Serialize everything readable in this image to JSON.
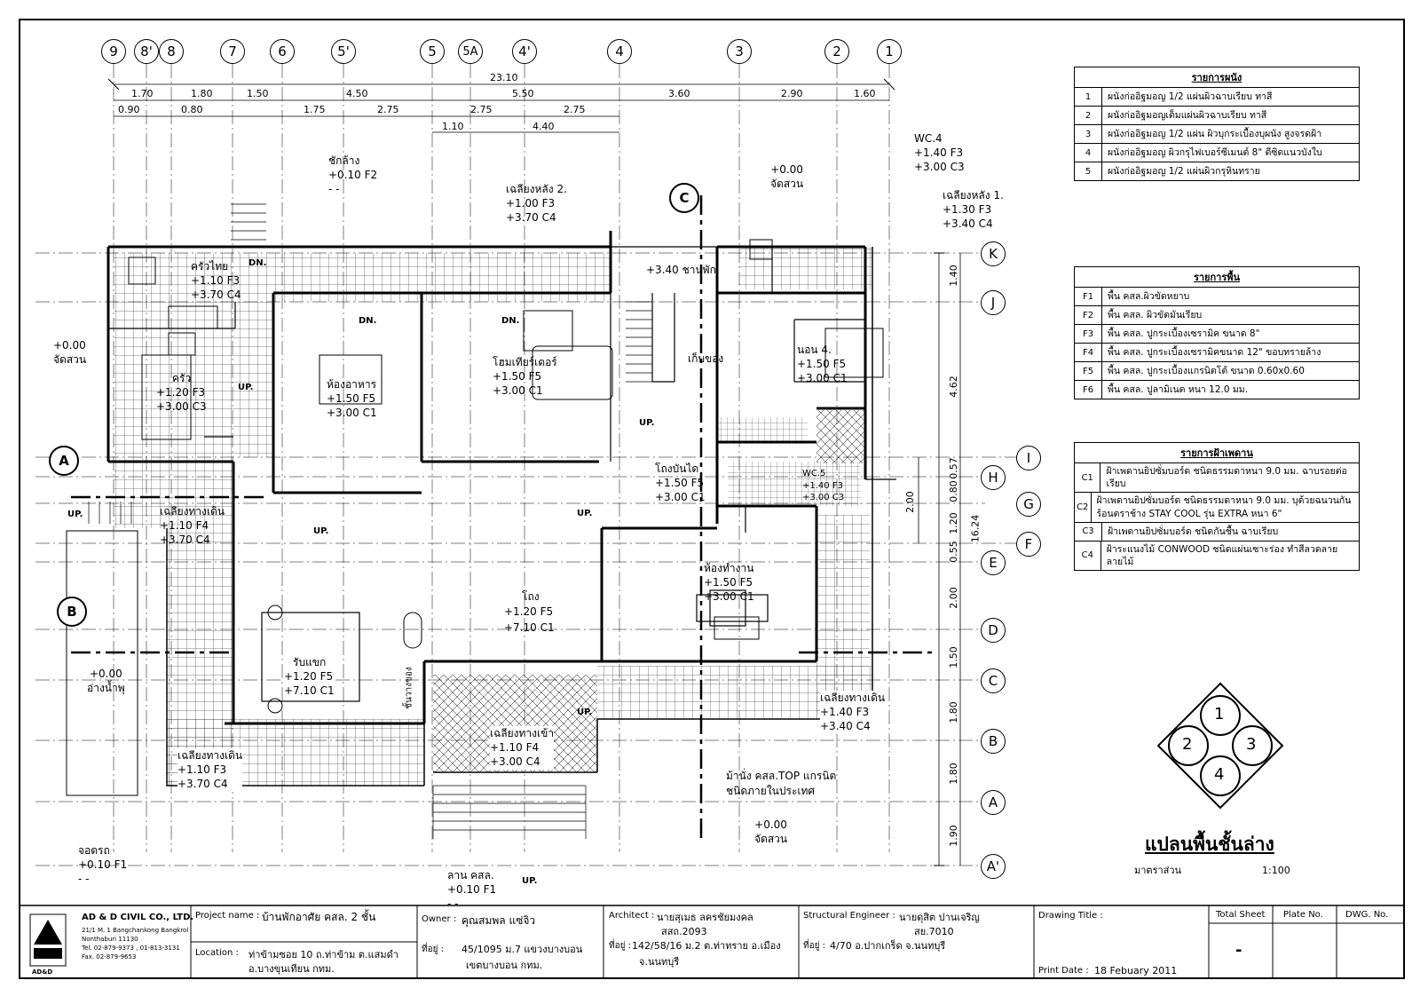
{
  "grid_top": [
    "9",
    "8'",
    "8",
    "7",
    "6",
    "5'",
    "5",
    "5A",
    "4'",
    "4",
    "3",
    "2",
    "1"
  ],
  "grid_right": [
    "K",
    "J",
    "I",
    "H",
    "G",
    "F",
    "E",
    "D",
    "C",
    "B",
    "A",
    "A'"
  ],
  "section_markers": [
    "A",
    "B",
    "C"
  ],
  "dims_top_total": "23.10",
  "dims_top_row1": [
    "1.70",
    "1.80",
    "1.50",
    "4.50",
    "5.50",
    "3.60",
    "2.90",
    "1.60"
  ],
  "dims_top_row2": [
    "0.90",
    "0.80",
    "1.75",
    "2.75",
    "2.75",
    "2.75"
  ],
  "dims_top_row3": [
    "1.10",
    "4.40"
  ],
  "dims_right_row1": [
    "1.40",
    "4.62",
    "0.57",
    "0.80",
    "1.20",
    "0.55",
    "2.00",
    "1.50",
    "1.80",
    "1.80",
    "1.90"
  ],
  "dims_right_row2": [
    "2.00",
    "16.24"
  ],
  "rooms": {
    "wash_yard": {
      "name": "ชักล้าง",
      "l1": "+0.10",
      "f": "F2",
      "l2": "-",
      "c": "-"
    },
    "thai_kitchen": {
      "name": "ครัวไทย",
      "l1": "+1.10",
      "f": "F3",
      "l2": "+3.70",
      "c": "C4"
    },
    "rear_porch2": {
      "name": "เฉลียงหลัง 2.",
      "l1": "+1.00",
      "f": "F3",
      "l2": "+3.70",
      "c": "C4"
    },
    "garden_top": {
      "l1": "+0.00",
      "name": "จัดสวน"
    },
    "wc4": {
      "name": "WC.4",
      "l1": "+1.40",
      "f": "F3",
      "l2": "+3.00",
      "c": "C3"
    },
    "rear_porch1": {
      "name": "เฉลียงหลัง 1.",
      "l1": "+1.30",
      "f": "F3",
      "l2": "+3.40",
      "c": "C4"
    },
    "landing": {
      "text": "+3.40 ชานพัก"
    },
    "garden_left": {
      "l1": "+0.00",
      "name": "จัดสวน"
    },
    "kitchen": {
      "name": "ครัว",
      "l1": "+1.20",
      "f": "F3",
      "l2": "+3.00",
      "c": "C3"
    },
    "dining": {
      "name": "ห้องอาหาร",
      "l1": "+1.50",
      "f": "F5",
      "l2": "+3.00",
      "c": "C1"
    },
    "home_theater": {
      "name": "โฮมเทียร์เตอร์",
      "l1": "+1.50",
      "f": "F5",
      "l2": "+3.00",
      "c": "C1"
    },
    "storage": {
      "name": "เก็บของ"
    },
    "bedroom4": {
      "name": "นอน 4.",
      "l1": "+1.50",
      "f": "F5",
      "l2": "+3.00",
      "c": "C1"
    },
    "stair_hall": {
      "name": "โถงบันได",
      "l1": "+1.50",
      "f": "F5",
      "l2": "+3.00",
      "c": "C1"
    },
    "wc5": {
      "name": "WC.5",
      "l1": "+1.40",
      "f": "F3",
      "l2": "+3.00",
      "c": "C3"
    },
    "side_porch_left": {
      "name": "เฉลียงทางเดิน",
      "l1": "+1.10",
      "f": "F4",
      "l2": "+3.70",
      "c": "C4"
    },
    "office": {
      "name": "ห้องทำงาน",
      "l1": "+1.50",
      "f": "F5",
      "l2": "+3.00",
      "c": "C1"
    },
    "hall": {
      "name": "โถง",
      "l1": "+1.20",
      "f": "F5",
      "l2": "+7.10",
      "c": "C1"
    },
    "living": {
      "name": "รับแขก",
      "l1": "+1.20",
      "f": "F5",
      "l2": "+7.10",
      "c": "C1"
    },
    "pool": {
      "l1": "+0.00",
      "name": "อ่างน้ำพุ"
    },
    "entry_porch": {
      "name": "เฉลียงทางเข้า",
      "l1": "+1.10",
      "f": "F4",
      "l2": "+3.00",
      "c": "C4"
    },
    "porch_right": {
      "name": "เฉลียงทางเดิน",
      "l1": "+1.40",
      "f": "F3",
      "l2": "+3.40",
      "c": "C4"
    },
    "porch_bottom_left": {
      "name": "เฉลียงทางเดิน",
      "l1": "+1.10",
      "f": "F3",
      "l2": "+3.70",
      "c": "C4"
    },
    "bench_note": {
      "l1": "ม้านั่ง คสล.TOP แกรนิต",
      "l2": "ชนิดภายในประเทศ"
    },
    "garden_bottom": {
      "l1": "+0.00",
      "name": "จัดสวน"
    },
    "parking": {
      "name": "จอดรถ",
      "l1": "+0.10",
      "f": "F1",
      "l2": "-",
      "c": "-"
    },
    "yard": {
      "name": "ลาน คสล.",
      "l1": "+0.10",
      "f": "F1",
      "l2": "-",
      "c": "-"
    },
    "shelf": {
      "name": "ชั้นวางของ"
    }
  },
  "tags": {
    "dn": "DN.",
    "up": "UP."
  },
  "legend_walls": {
    "title": "รายการผนัง",
    "items": [
      {
        "code": "1",
        "text": "ผนังก่ออิฐมอญ 1/2 แผ่นผิวฉาบเรียบ ทาสี"
      },
      {
        "code": "2",
        "text": "ผนังก่ออิฐมอญเต็มแผ่นผิวฉาบเรียบ ทาสี"
      },
      {
        "code": "3",
        "text": "ผนังก่ออิฐมอญ 1/2 แผ่น ผิวบุกระเบื้องบุผนัง สูงจรดฝ้า"
      },
      {
        "code": "4",
        "text": "ผนังก่ออิฐมอญ ผิวกรุไฟเบอร์ซีเมนต์ 8\" ตีซิดแนวบังใบ"
      },
      {
        "code": "5",
        "text": "ผนังก่ออิฐมอญ 1/2 แผ่นผิวกรุหินทราย"
      }
    ]
  },
  "legend_floors": {
    "title": "รายการพื้น",
    "items": [
      {
        "code": "F1",
        "text": "พื้น คสล.ผิวขัดหยาบ"
      },
      {
        "code": "F2",
        "text": "พื้น คสล. ผิวขัดมันเรียบ"
      },
      {
        "code": "F3",
        "text": "พื้น คสล. ปูกระเบื้องเซรามิค ขนาด 8\""
      },
      {
        "code": "F4",
        "text": "พื้น คสล. ปูกระเบื้องเซรามิคขนาด 12\" ขอบทรายล้าง"
      },
      {
        "code": "F5",
        "text": "พื้น คสล. ปูกระเบื้องแกรนิตโต้ ขนาด 0.60x0.60"
      },
      {
        "code": "F6",
        "text": "พื้น คสล. ปูลามิเนต หนา 12.0 มม."
      }
    ]
  },
  "legend_ceilings": {
    "title": "รายการฝ้าเพดาน",
    "items": [
      {
        "code": "C1",
        "text": "ฝ้าเพดานยิปซั่มบอร์ด ชนิดธรรมดาหนา 9.0 มม. ฉาบรอยต่อเรียบ"
      },
      {
        "code": "C2",
        "text": "ฝ้าเพดานยิปซั่มบอร์ด ชนิดธรรมดาหนา 9.0 มม. บุด้วยฉนวนกันร้อนตราช้าง STAY COOL รุ่น EXTRA หนา 6\""
      },
      {
        "code": "C3",
        "text": "ฝ้าเพดานยิปซั่มบอร์ด ชนิดกันชื้น ฉาบเรียบ"
      },
      {
        "code": "C4",
        "text": "ฝ้าระแนงไม้ CONWOOD ชนิดแผ่นเซาะร่อง ทำสีลวดลายลายไม้"
      }
    ]
  },
  "wall_key": [
    "1",
    "2",
    "3",
    "4"
  ],
  "plan_title": "แปลนพื้นชั้นล่าง",
  "scale_label": "มาตราส่วน",
  "scale_value": "1:100",
  "title_block": {
    "company": "AD & D CIVIL CO., LTD.",
    "address1": "21/1 M. 1 Bangchankong Bangkrol",
    "address2": "Nonthaburi 11130",
    "address3": "Tel. 02-879-9373 , 01-813-3131",
    "address4": "Fax. 02-879-9653",
    "logo_text": "AD&D",
    "project_label": "Project name :",
    "project_value": "บ้านพักอาศัย คสล. 2 ชั้น",
    "location_label": "Location :",
    "location_value1": "ท่าข้ามซอย 10 ถ.ท่าข้าม ต.แสมดำ",
    "location_value2": "อ.บางขุนเทียน กทม.",
    "owner_label": "Owner :",
    "owner_value": "คุณสมพล แซ่จิว",
    "owner_addr_label": "ที่อยู่ :",
    "owner_addr1": "45/1095 ม.7 แขวงบางบอน",
    "owner_addr2": "เขตบางบอน กทม.",
    "architect_label": "Architect :",
    "architect_value": "นายสุเมธ ลครชัยมงคล",
    "architect_reg": "สสถ.2093",
    "architect_addr_label": "ที่อยู่ :",
    "architect_addr1": "142/58/16 ม.2 ต.ท่าทราย อ.เมือง",
    "architect_addr2": "จ.นนทบุรี",
    "engineer_label": "Structural Engineer :",
    "engineer_value": "นายดุสิต ปานเจริญ",
    "engineer_reg": "สย.7010",
    "engineer_addr_label": "ที่อยู่ :",
    "engineer_addr": "4/70 อ.ปากเกร็ด จ.นนทบุรี",
    "drawing_title_label": "Drawing Title :",
    "print_date_label": "Print Date :",
    "print_date_value": "18 Febuary 2011",
    "total_sheet_label": "Total Sheet",
    "plate_no_label": "Plate No.",
    "dwg_no_label": "DWG. No.",
    "total_sheet_value": "-"
  }
}
